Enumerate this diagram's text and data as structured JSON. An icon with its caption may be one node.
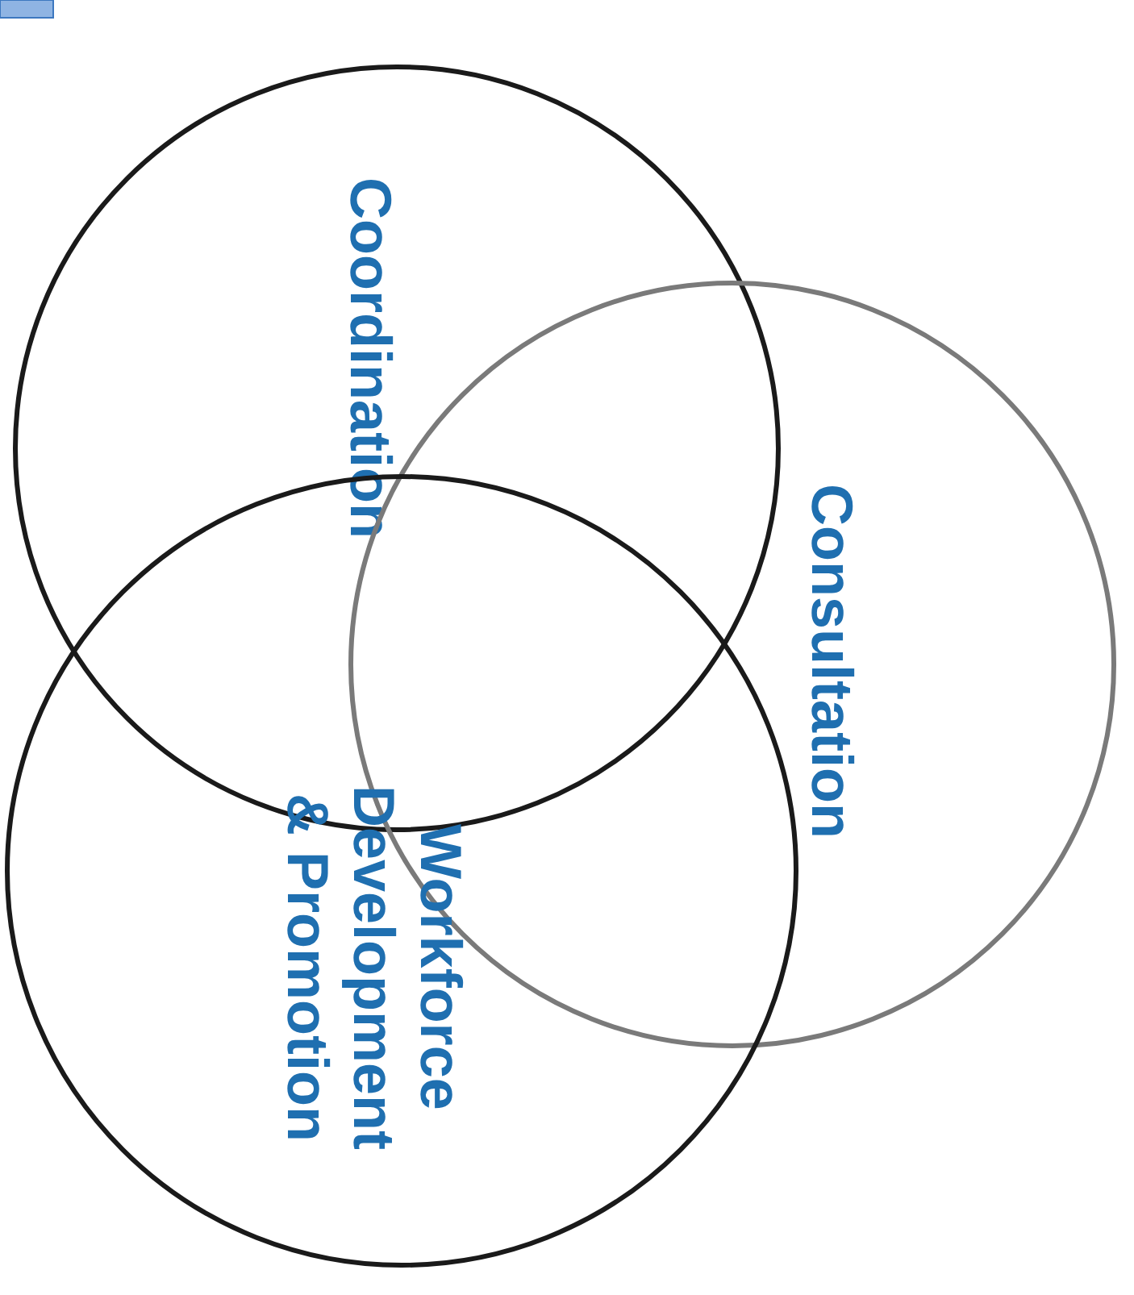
{
  "diagram": {
    "nodes": [
      {
        "text": [
          "Coordination"
        ]
      },
      {
        "text": [
          "Consultation"
        ]
      },
      {
        "text": [
          "Workforce Development & Promotion"
        ]
      }
    ]
  }
}
